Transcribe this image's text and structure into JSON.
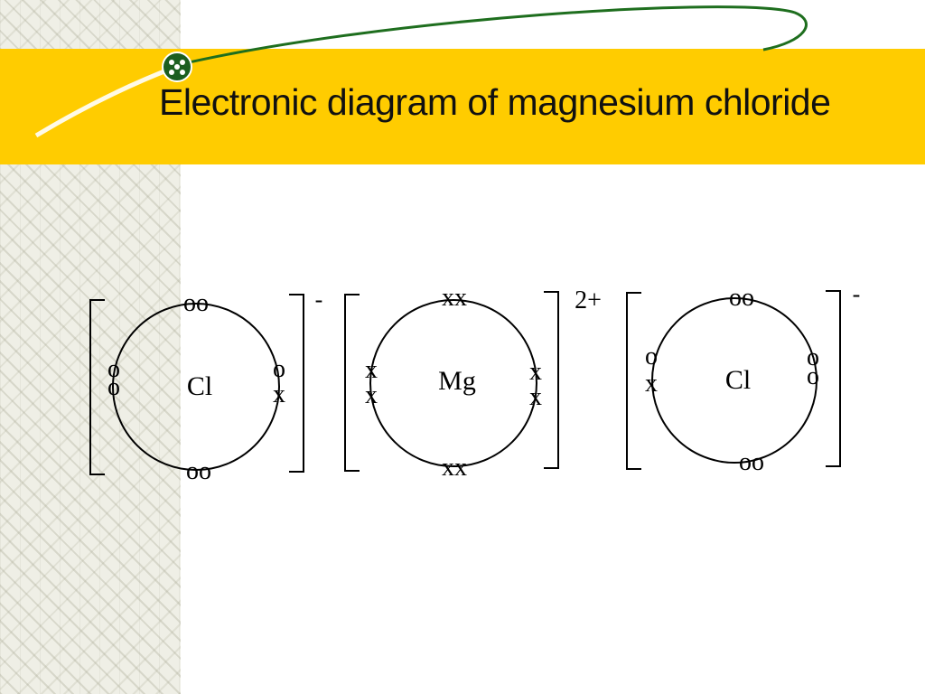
{
  "slide": {
    "title": "Electronic diagram of magnesium chloride"
  },
  "colors": {
    "title_band": "#ffcc00",
    "swoosh": "#1e6e1e",
    "ink": "#000000"
  },
  "ions": {
    "left_chlorine": {
      "symbol": "Cl",
      "charge": "-",
      "top_electrons": "oo",
      "bottom_electrons": "oo",
      "left_electrons": [
        "o",
        "o"
      ],
      "right_electrons": [
        "o",
        "x"
      ]
    },
    "magnesium": {
      "symbol": "Mg",
      "charge": "2+",
      "top_electrons": "xx",
      "bottom_electrons": "xx",
      "left_electrons": [
        "x",
        "x"
      ],
      "right_electrons": [
        "x",
        "x"
      ]
    },
    "right_chlorine": {
      "symbol": "Cl",
      "charge": "-",
      "top_electrons": "oo",
      "bottom_electrons": "oo",
      "left_electrons": [
        "o",
        "x"
      ],
      "right_electrons": [
        "o",
        "o"
      ]
    }
  }
}
